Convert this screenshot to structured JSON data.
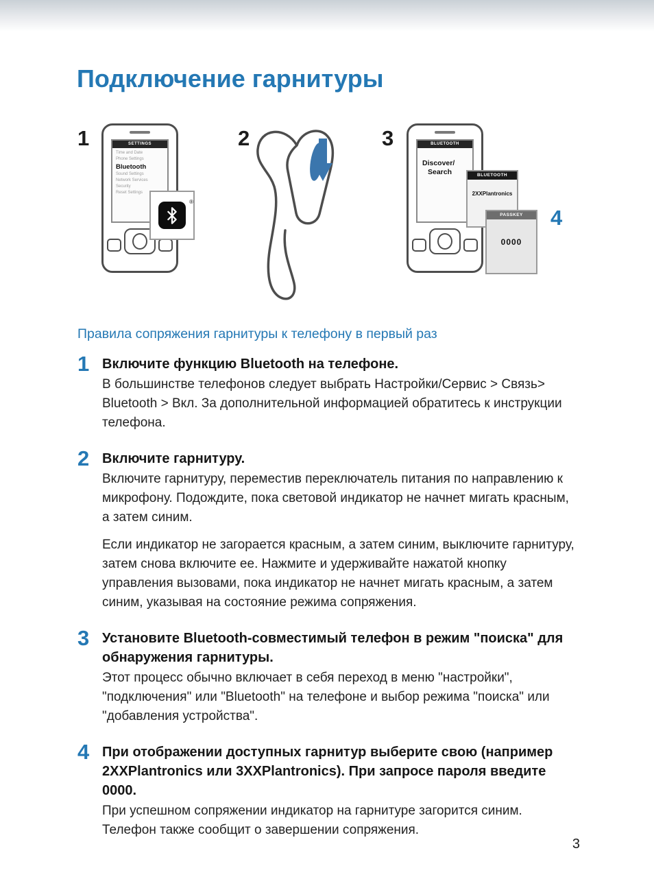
{
  "colors": {
    "accent_blue": "#2478b4",
    "arrow_blue": "#3b76ad"
  },
  "page": {
    "title": "Подключение гарнитуры",
    "page_number": "3"
  },
  "figures": {
    "labels": {
      "step1": "1",
      "step2": "2",
      "step3": "3",
      "step4": "4"
    },
    "phone1": {
      "header": "SETTINGS",
      "items": [
        "Time and Date",
        "Phone Settings",
        "Bluetooth",
        "Sound Settings",
        "Network Services",
        "Security",
        "Reset Settings"
      ]
    },
    "bluetooth_badge": {
      "icon": "bluetooth-rune",
      "mark": "®"
    },
    "phone2": {
      "header": "BLUETOOTH",
      "line1": "Discover/",
      "line2": "Search"
    },
    "device_card": {
      "header": "BLUETOOTH",
      "device": "2XXPlantronics"
    },
    "passkey_card": {
      "header": "PASSKEY",
      "code": "0000"
    }
  },
  "section": {
    "subtitle": "Правила сопряжения гарнитуры к телефону в первый раз",
    "steps": [
      {
        "number": "1",
        "heading": "Включите функцию Bluetooth на телефоне.",
        "paragraphs": [
          "В большинстве телефонов следует выбрать Настройки/Сервис > Связь> Bluetooth > Вкл. За дополнительной информацией обратитесь к инструкции телефона."
        ]
      },
      {
        "number": "2",
        "heading": "Включите гарнитуру.",
        "paragraphs": [
          "Включите гарнитуру, переместив переключатель питания по направлению к микрофону. Подождите, пока световой индикатор не начнет мигать красным, а затем синим.",
          "Если индикатор не загорается красным, а затем синим, выключите гарнитуру, затем снова включите ее. Нажмите и удерживайте нажатой кнопку управления вызовами, пока индикатор не начнет мигать красным, а затем синим, указывая на состояние режима сопряжения."
        ]
      },
      {
        "number": "3",
        "heading": "Установите Bluetooth-совместимый телефон в режим \"поиска\" для обнаружения гарнитуры.",
        "paragraphs": [
          "Этот процесс обычно включает в себя переход в меню \"настройки\", \"подключения\" или \"Bluetooth\" на телефоне и выбор режима \"поиска\" или \"добавления устройства\"."
        ]
      },
      {
        "number": "4",
        "heading": "При отображении доступных гарнитур выберите свою (например 2XXPlantronics или 3XXPlantronics). При запросе пароля введите 0000.",
        "paragraphs": [
          "При успешном сопряжении индикатор на гарнитуре загорится синим. Телефон также сообщит о завершении сопряжения."
        ]
      }
    ]
  }
}
